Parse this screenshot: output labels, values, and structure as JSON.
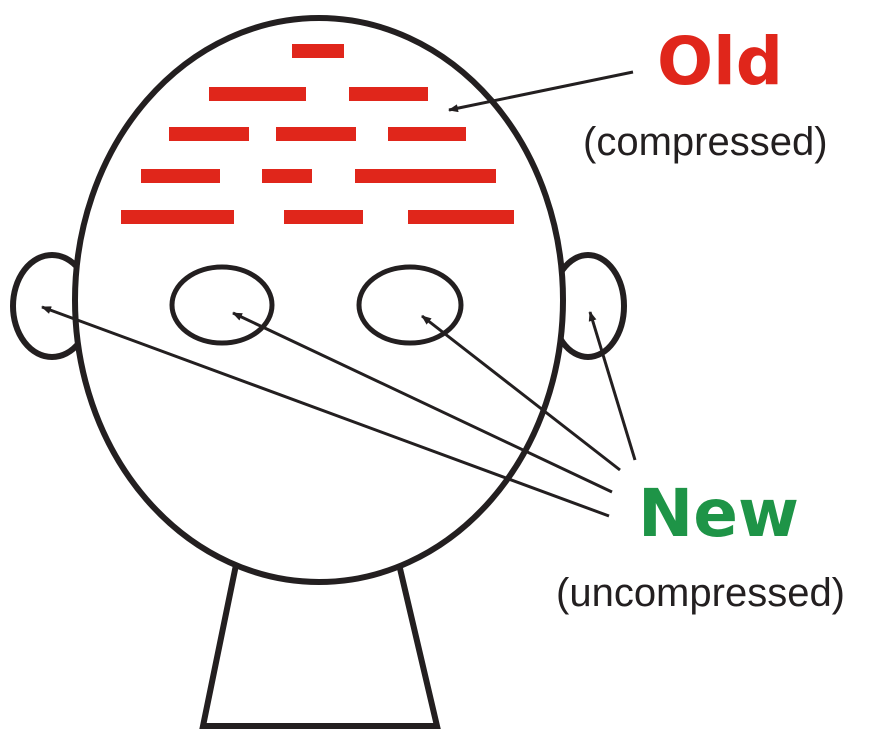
{
  "labels": {
    "old": "Old",
    "old_sub": "(compressed)",
    "new": "New",
    "new_sub": "(uncompressed)"
  },
  "colors": {
    "old": "#e0261b",
    "new": "#1e9447",
    "stroke": "#231f20",
    "memory_bar": "#e0261b"
  }
}
